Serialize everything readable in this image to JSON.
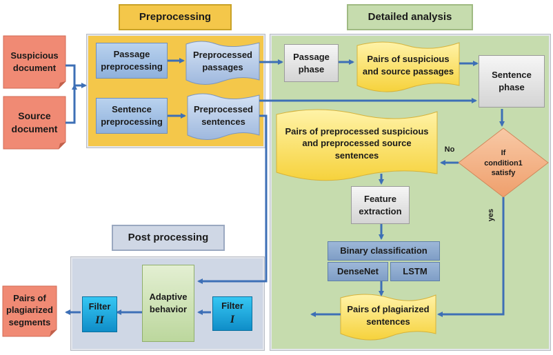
{
  "titles": {
    "preprocessing": "Preprocessing",
    "detailed_analysis": "Detailed analysis",
    "post_processing": "Post processing"
  },
  "inputs": {
    "suspicious": "Suspicious\ndocument",
    "source": "Source\ndocument"
  },
  "preprocessing": {
    "passage_preprocessing": "Passage\npreprocessing",
    "preprocessed_passages": "Preprocessed\npassages",
    "sentence_preprocessing": "Sentence\npreprocessing",
    "preprocessed_sentences": "Preprocessed\nsentences"
  },
  "analysis": {
    "passage_phase": "Passage\nphase",
    "pairs_passages": "Pairs of suspicious\nand source passages",
    "sentence_phase": "Sentence\nphase",
    "pairs_sentences": "Pairs of preprocessed suspicious\nand preprocessed source\nsentences",
    "condition": "If\ncondition1\nsatisfy",
    "no_label": "No",
    "yes_label": "yes",
    "feature_extraction": "Feature\nextraction",
    "binary_classification": "Binary classification",
    "densenet": "DenseNet",
    "lstm": "LSTM",
    "pairs_plagiarized": "Pairs of plagiarized\nsentences"
  },
  "post": {
    "filter_i": "Filter",
    "filter_i_num": "I",
    "adaptive": "Adaptive\nbehavior",
    "filter_ii": "Filter",
    "filter_ii_num": "II",
    "output": "Pairs of\nplagiarized\nsegments"
  },
  "colors": {
    "preprocessing_panel": "#f4c74a",
    "analysis_panel": "#c6dcae",
    "post_panel": "#cfd7e5",
    "arrow": "#3d6fb6",
    "input_doc": "#f08a74",
    "decision": "#f3b58d"
  }
}
